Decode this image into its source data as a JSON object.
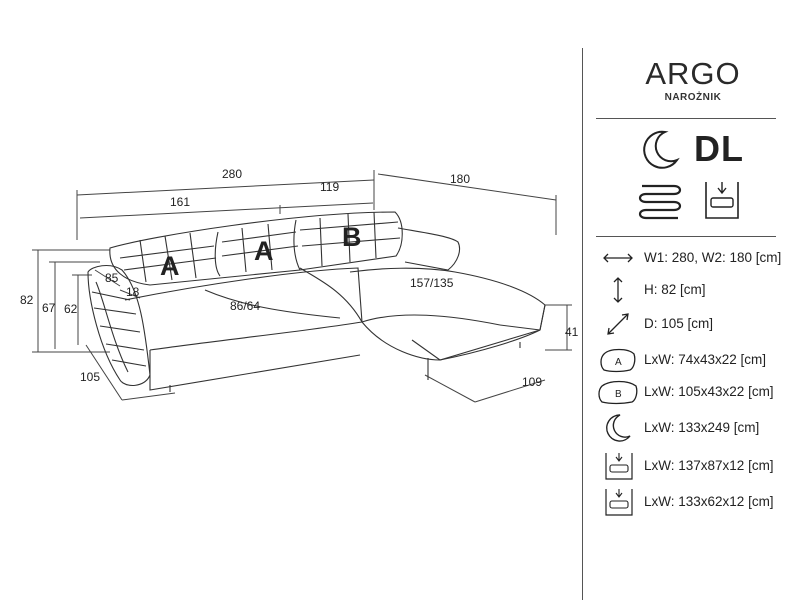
{
  "product": {
    "name": "ARGO",
    "type": "NAROŻNIK"
  },
  "function_badge": "DL",
  "dimensions": {
    "total_width": "280",
    "corner_width": "180",
    "main_width": "161",
    "chaise_seat_width": "119",
    "height_total": "82",
    "height_armrest": "67",
    "height_backrest_seat": "62",
    "arm_height": "85",
    "arm_width": "18",
    "seat_depth": "86/64",
    "chaise_length": "157/135",
    "depth": "105",
    "chaise_depth": "109",
    "chaise_height": "41"
  },
  "cushion_labels": {
    "a1": "A",
    "a2": "A",
    "b": "B"
  },
  "specs": [
    {
      "icon": "width-arrows-icon",
      "text": "W1: 280, W2: 180 [cm]"
    },
    {
      "icon": "height-arrow-icon",
      "text": "H: 82 [cm]"
    },
    {
      "icon": "depth-arrow-icon",
      "text": "D: 105 [cm]"
    },
    {
      "icon": "cushion-a-icon",
      "label": "A",
      "text": "LxW: 74x43x22 [cm]"
    },
    {
      "icon": "cushion-b-icon",
      "label": "B",
      "text": "LxW: 105x43x22 [cm]"
    },
    {
      "icon": "sleeping-moon-icon",
      "text": "LxW: 133x249 [cm]"
    },
    {
      "icon": "storage-container-icon",
      "text": "LxW: 137x87x12 [cm]"
    },
    {
      "icon": "storage-container-small-icon",
      "text": "LxW: 133x62x12 [cm]"
    }
  ]
}
